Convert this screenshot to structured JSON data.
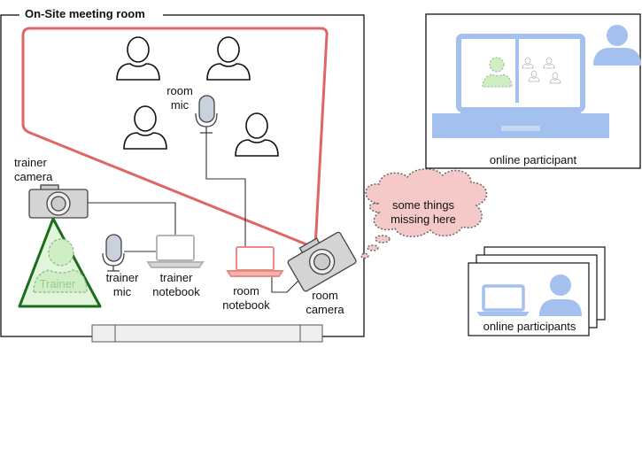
{
  "room": {
    "title": "On-Site meeting room",
    "room_mic_line1": "room",
    "room_mic_line2": "mic",
    "trainer_camera_line1": "trainer",
    "trainer_camera_line2": "camera",
    "trainer_label": "Trainer",
    "trainer_mic_line1": "trainer",
    "trainer_mic_line2": "mic",
    "trainer_notebook_line1": "trainer",
    "trainer_notebook_line2": "notebook",
    "room_notebook_line1": "room",
    "room_notebook_line2": "notebook",
    "room_camera_line1": "room",
    "room_camera_line2": "camera"
  },
  "cloud": {
    "line1": "some things",
    "line2": "missing here"
  },
  "online_participant": {
    "label": "online participant"
  },
  "online_participants": {
    "label": "online participants"
  },
  "colors": {
    "camera_frame": "#e06666",
    "room_notebook": "#e88a82",
    "trainer_green": "#1a6d1a",
    "trainer_fill": "#e0f5d9",
    "online_blue": "#a4c0ef",
    "gray": "#b5b5b5",
    "cloud_fill": "#f6c9c9"
  }
}
